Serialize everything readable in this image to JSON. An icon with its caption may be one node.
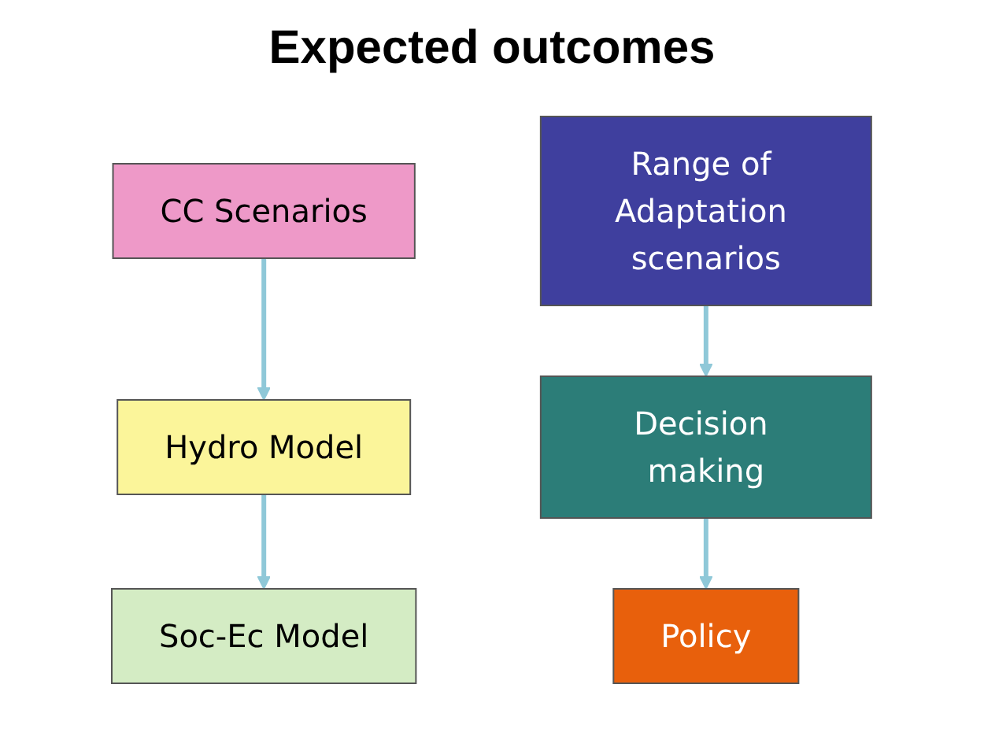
{
  "diagram": {
    "title": "Expected outcomes",
    "nodes": [
      {
        "text": [
          "CC Scenarios"
        ]
      },
      {
        "text": [
          "Hydro Model"
        ]
      },
      {
        "text": [
          "Soc-Ec Model"
        ]
      },
      {
        "text": [
          "Range of Adaptation scenarios"
        ]
      },
      {
        "text": [
          "Decision making"
        ]
      },
      {
        "text": [
          "Policy"
        ]
      }
    ],
    "edges": [
      {
        "from": 0,
        "to": 1,
        "arrow": "to"
      },
      {
        "from": 1,
        "to": 2,
        "arrow": "to"
      },
      {
        "from": 3,
        "to": 4,
        "arrow": "to"
      },
      {
        "from": 4,
        "to": 5,
        "arrow": "to"
      }
    ]
  }
}
